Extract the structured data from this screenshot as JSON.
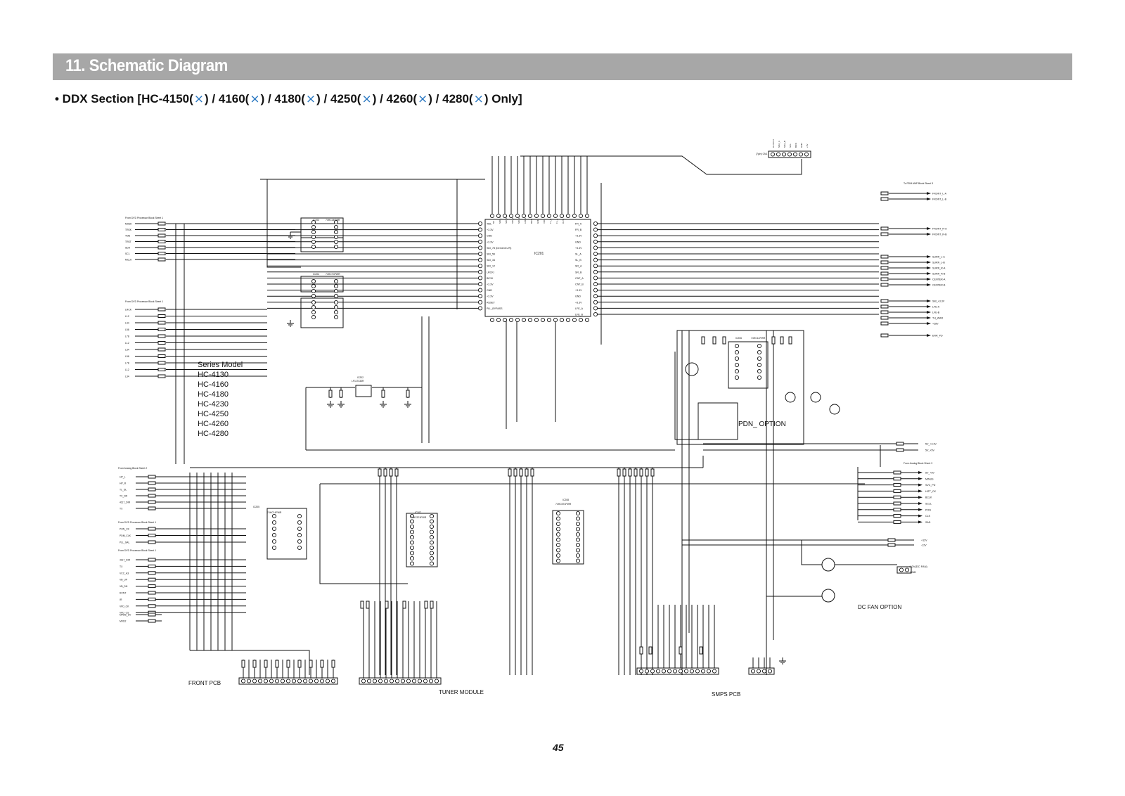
{
  "header": {
    "title": "11. Schematic Diagram"
  },
  "subtitle": {
    "lead": "• DDX Section [HC-4150(",
    "parts": [
      {
        "x": "⨯",
        "tail": ") / 4160("
      },
      {
        "x": "⨯",
        "tail": ") / 4180("
      },
      {
        "x": "⨯",
        "tail": ") / 4250("
      },
      {
        "x": "⨯",
        "tail": ") / 4260("
      },
      {
        "x": "⨯",
        "tail": ") / 4280("
      },
      {
        "x": "⨯",
        "tail": ") Only]"
      }
    ]
  },
  "schematic": {
    "main_ic": {
      "ref": "IC201",
      "pins_top": [
        "NC",
        "SDO_78",
        "SDI_56",
        "SDI_34",
        "SDI_12",
        "LRCK",
        "BICK",
        "GND",
        "VDD",
        "FL_B",
        "FL_A",
        "OUT"
      ],
      "left_pins": [
        "TAIL",
        "+3.3V",
        "GND",
        "+3.3V",
        "SDI_78 (Dementi L/R)",
        "SDI_56",
        "SDI_34",
        "SDI_12",
        "LRCKI",
        "BICKI",
        "+3.3V",
        "GND",
        "+3.3V",
        "RESET",
        "PLL_BYPASS"
      ],
      "right_pins": [
        "FR_A",
        "FR_B",
        "+3.3V",
        "GND",
        "+3.3V",
        "SL_A",
        "SL_B",
        "SR_A",
        "SR_B",
        "CNT_A",
        "CNT_B",
        "+3.3V",
        "GND",
        "+3.3V",
        "LFE_A",
        "LFE_B"
      ]
    },
    "left_block_1": {
      "title": "From DVD Processor Block Sheet 1",
      "signals": [
        "MASK",
        "TRSK",
        "TMS",
        "TRST",
        "SDA",
        "SCL",
        "MCLK"
      ]
    },
    "left_block_2": {
      "title": "From DVD Processor Block Sheet 1",
      "signals": [
        "LRCK",
        "L12",
        "L34",
        "L56",
        "L78",
        "L12",
        "L34",
        "L56",
        "L78",
        "L12",
        "L34"
      ]
    },
    "right_outputs": [
      "FRONT_L-A",
      "FRONT_L-B",
      "FRONT_R-A",
      "FRONT_R-B",
      "SURR_L-A",
      "SURR_L-B",
      "SURR_R-A",
      "SURR_R-B",
      "CENTER-A",
      "CENTER-B",
      "SW_+3.3V",
      "LFE-A",
      "LFE-B",
      "TH_WAR",
      "+28V",
      "ERR_PD"
    ],
    "right_top": "To PDM AMP Block Sheet 3",
    "right_mid_title": "From Analog Block Sheet 3",
    "right_mid_signals": [
      "5V_+5V",
      "MINUS",
      "SVC_PD",
      "HITT_CK",
      "BCLK",
      "SCLL",
      "PON",
      "CLK",
      "SAD"
    ],
    "right_voltages": [
      "+12V",
      "-12V"
    ],
    "right_top_connector": "(7pin) CN1",
    "ic_refs": [
      "IC203",
      "IC204",
      "IC202",
      "IC205",
      "IC206",
      "IC207",
      "IC208"
    ],
    "ic_parts": [
      "74HC14PWR",
      "74HCT4PWR",
      "LF117433R",
      "74HC14PWR",
      "74HC574PWR",
      "74HC574PWR"
    ],
    "series_model": {
      "heading": "Series Model",
      "models": [
        "HC-4130",
        "HC-4160",
        "HC-4180",
        "HC-4230",
        "HC-4250",
        "HC-4260",
        "HC-4280"
      ]
    },
    "pdn_option": "PDN_ OPTION",
    "dc_fan_option": "DC FAN OPTION",
    "dc_fan_connector": "+12V(DC FAN)",
    "gnd": "GND",
    "front_pcb": "FRONT PCB",
    "tuner_module": "TUNER MODULE",
    "smps_pcb": "SMPS PCB",
    "left_lower_1": {
      "title": "From Analog Block Sheet 2",
      "signals": [
        "HP_L",
        "HP_R",
        "TL_DL",
        "TX_DR",
        "4117_DIR",
        "TX"
      ]
    },
    "left_lower_2": {
      "title": "From DVD Processor Block Sheet 1",
      "signals": [
        "PON_CK",
        "PDM_CLK",
        "PLL_SAL"
      ]
    },
    "left_lower_3": {
      "title": "From DVD Processor Block Sheet 1",
      "signals": [
        "4117_DIR",
        "TX",
        "VCC_A3",
        "VB_UP",
        "VB_DN",
        "RCNT",
        "IR",
        "VFD_CK",
        "VFD_CS"
      ]
    },
    "left_lower_4": {
      "signals": [
        "MPDS_SV",
        "MVD2"
      ]
    }
  },
  "page_number": "45"
}
